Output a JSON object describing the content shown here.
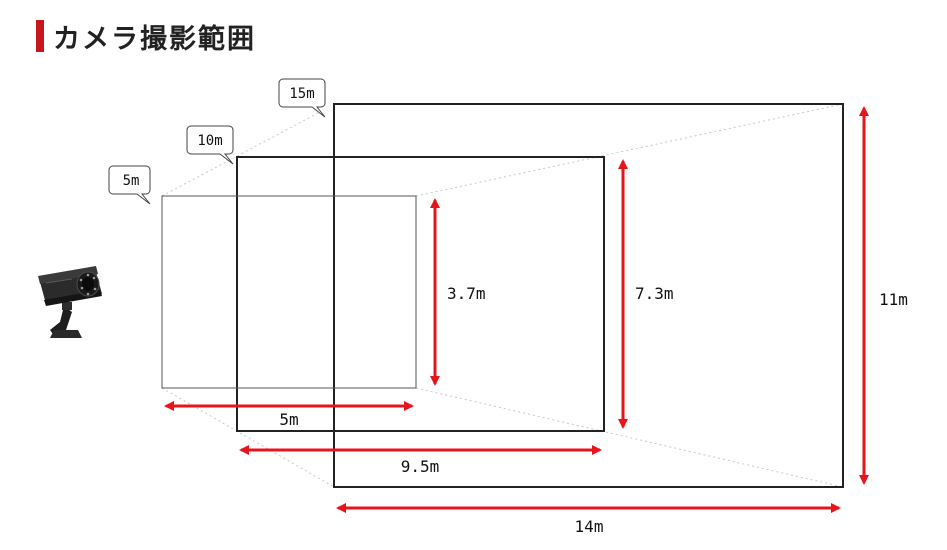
{
  "title": "カメラ撮影範囲",
  "colors": {
    "accent": "#c8161e",
    "arrow": "#e8141c",
    "guide": "#c8c8c8",
    "frame": "#222222"
  },
  "ranges": [
    {
      "distance_label": "5m",
      "width_label": "5m",
      "height_label": "3.7m"
    },
    {
      "distance_label": "10m",
      "width_label": "9.5m",
      "height_label": "7.3m"
    },
    {
      "distance_label": "15m",
      "width_label": "14m",
      "height_label": "11m"
    }
  ],
  "icons": {
    "camera": "security-camera-icon"
  }
}
